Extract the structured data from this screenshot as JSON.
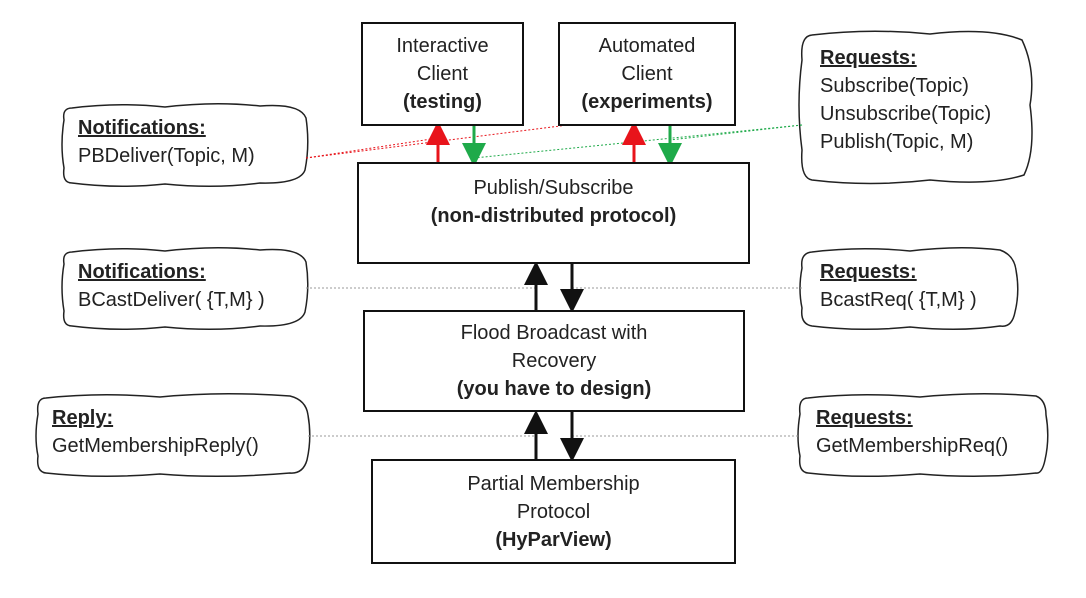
{
  "boxes": {
    "interactive": {
      "line1": "Interactive",
      "line2": "Client",
      "line3": "(testing)"
    },
    "automated": {
      "line1": "Automated",
      "line2": "Client",
      "line3": "(experiments)"
    },
    "pubsub": {
      "line1": "Publish/Subscribe",
      "line2": "(non-distributed protocol)"
    },
    "flood": {
      "line1": "Flood Broadcast with",
      "line2": "Recovery",
      "line3": "(you have to design)"
    },
    "membership": {
      "line1": "Partial Membership",
      "line2": "Protocol",
      "line3": "(HyParView)"
    }
  },
  "notes": {
    "pubsub_notifications": {
      "heading": "Notifications:",
      "items": [
        "PBDeliver(Topic, M)"
      ]
    },
    "pubsub_requests": {
      "heading": "Requests:",
      "items": [
        "Subscribe(Topic)",
        "Unsubscribe(Topic)",
        "Publish(Topic, M)"
      ]
    },
    "bcast_notifications": {
      "heading": "Notifications:",
      "items": [
        "BCastDeliver( {T,M} )"
      ]
    },
    "bcast_requests": {
      "heading": "Requests:",
      "items": [
        "BcastReq( {T,M} )"
      ]
    },
    "membership_reply": {
      "heading": "Reply:",
      "items": [
        "GetMembershipReply()"
      ]
    },
    "membership_requests": {
      "heading": "Requests:",
      "items": [
        "GetMembershipReq()"
      ]
    }
  },
  "colors": {
    "up_arrow": "#e8141b",
    "down_arrow": "#1faa4a",
    "line": "#111111",
    "dotted": "#999999"
  }
}
